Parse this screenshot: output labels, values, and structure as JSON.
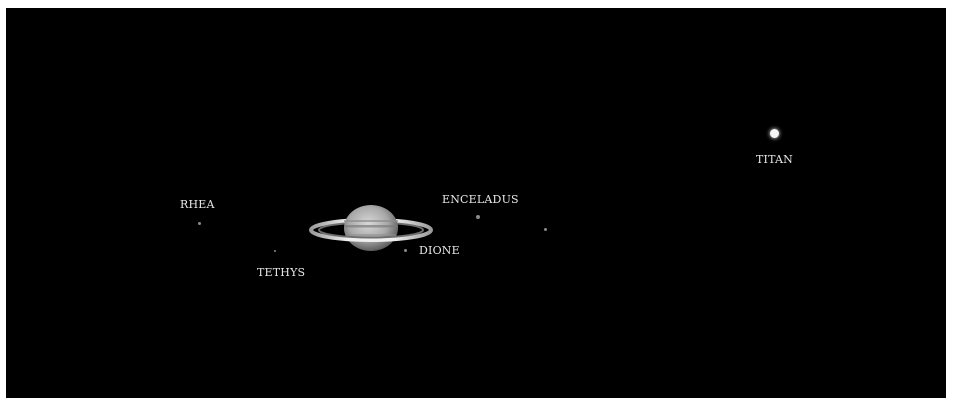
{
  "image": {
    "labels": {
      "rhea": "RHEA",
      "tethys": "TETHYS",
      "enceladus": "ENCELADUS",
      "dione": "DIONE",
      "titan": "TITAN"
    },
    "colors": {
      "sky": "#000000",
      "label": "#e8e8e8",
      "faint_moon": "#8a8a8a",
      "titan": "#f4f4f4"
    }
  }
}
